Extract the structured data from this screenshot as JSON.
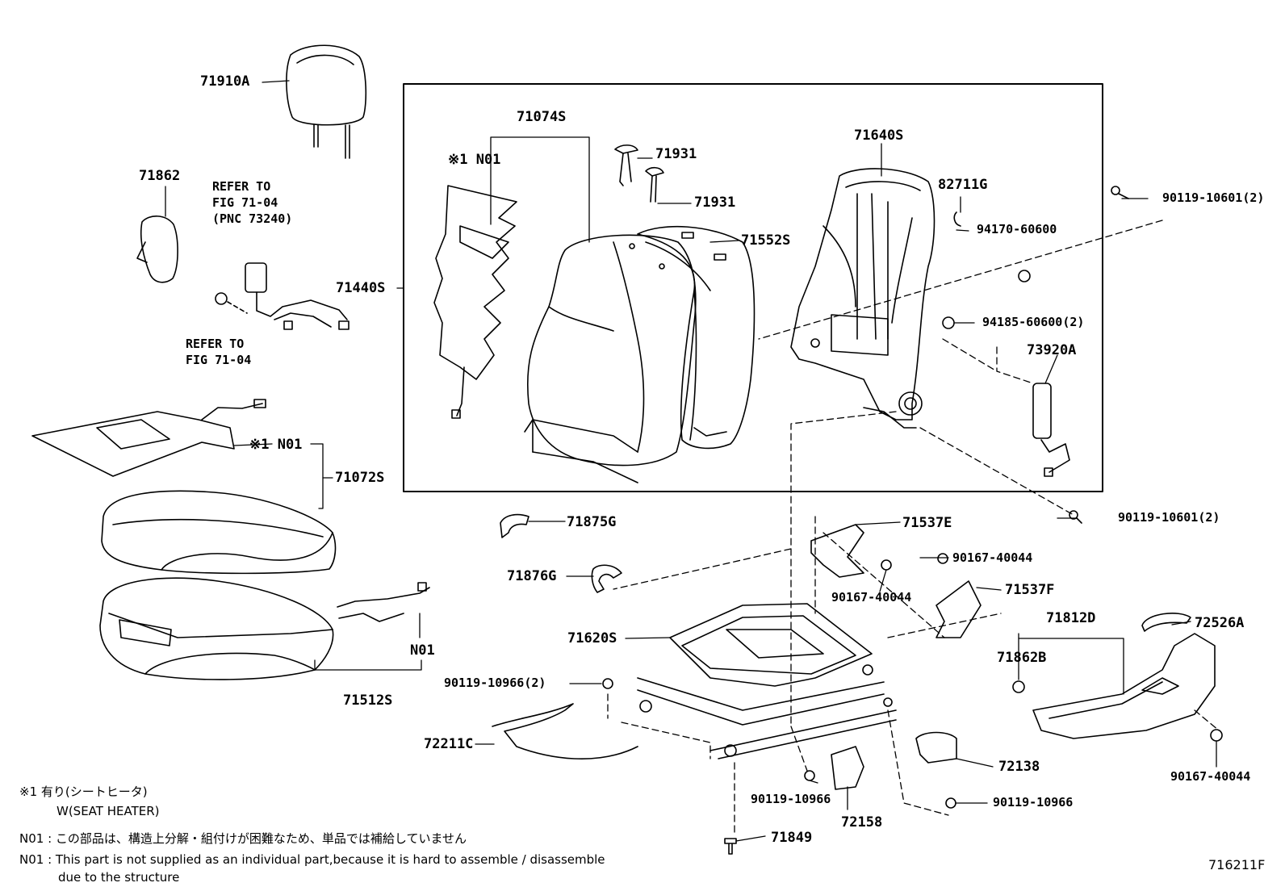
{
  "figure_number": "716211F",
  "labels": {
    "p71910A": "71910A",
    "p71862": "71862",
    "p71074S": "71074S",
    "p_n01_top": "※1 N01",
    "p71931_a": "71931",
    "p71931_b": "71931",
    "p71640S": "71640S",
    "p82711G": "82711G",
    "p90119_10601_a": "90119-10601(2)",
    "p94170_60600": "94170-60600",
    "p94185_60600": "94185-60600(2)",
    "p73920A": "73920A",
    "p71440S": "71440S",
    "p71552S": "71552S",
    "p_n01_mid": "※1 N01",
    "p71072S": "71072S",
    "p71875G": "71875G",
    "p71876G": "71876G",
    "p71537E": "71537E",
    "p90167_40044_a": "90167-40044",
    "p90167_40044_b": "90167-40044",
    "p71537F": "71537F",
    "p71812D": "71812D",
    "p72526A": "72526A",
    "p71862B": "71862B",
    "p71620S": "71620S",
    "p_n01_low": "N01",
    "p90119_10966_2": "90119-10966(2)",
    "p71512S": "71512S",
    "p90119_10601_b": "90119-10601(2)",
    "p72211C": "72211C",
    "p72138": "72138",
    "p90119_10966_a": "90119-10966",
    "p90119_10966_b": "90119-10966",
    "p72158": "72158",
    "p71849": "71849",
    "p90167_40044_c": "90167-40044"
  },
  "refer_notes": {
    "refer_top": "REFER TO\nFIG 71-04\n(PNC 73240)",
    "refer_bottom": "REFER TO\nFIG 71-04"
  },
  "footnotes": {
    "mark_line1": "※1  有り(シートヒータ)",
    "mark_line2": "W(SEAT  HEATER)",
    "n01_jp": "N01 : この部品は、構造上分解・組付けが困難なため、単品では補給していません",
    "n01_en_line1": "N01 : This part is not supplied as an individual part,because it is hard to assemble / disassemble",
    "n01_en_line2": "due to the structure"
  }
}
